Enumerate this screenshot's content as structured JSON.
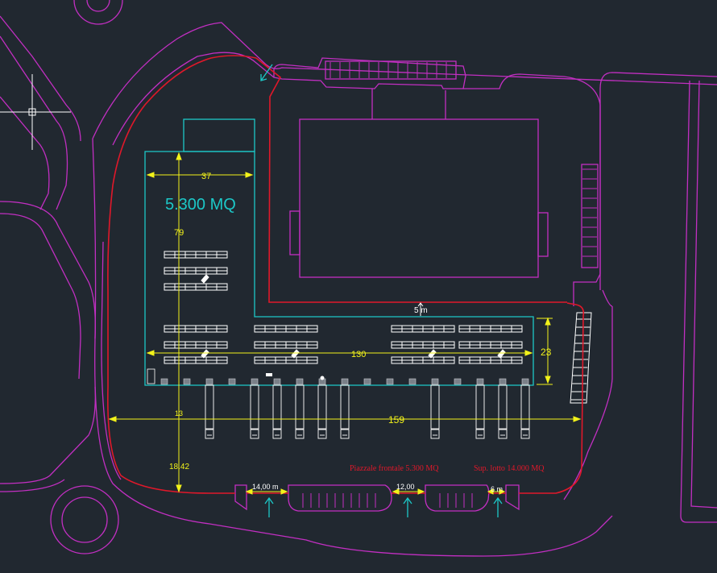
{
  "colors": {
    "background": "#212830",
    "site_outline": "#c22fc2",
    "lot_boundary": "#e0182a",
    "warehouse": "#1cc8c8",
    "dimension": "#f2f21a",
    "racks": "#ffffff",
    "arrow": "#1cc8c8",
    "crosshair": "#ffffff"
  },
  "labels": {
    "area_main": "5.300 MQ",
    "dim_width_top": "37",
    "dim_depth_left": "79",
    "dim_length_main": "130",
    "dim_depth_right": "23",
    "dim_total_length": "159",
    "dim_offset_left": "13",
    "dim_front_depth": "18.42",
    "dim_corridor": "5 m",
    "dim_gate_1": "14,00 m",
    "dim_gate_2": "12,00",
    "dim_gate_3": "6 m",
    "note_forecourt": "Piazzale frontale 5.300 MQ",
    "note_lot": "Sup. lotto 14.000 MQ"
  },
  "icons": [
    "crosshair-cursor-icon",
    "entrance-arrow-icon",
    "forklift-icon",
    "truck-icon",
    "person-icon"
  ]
}
